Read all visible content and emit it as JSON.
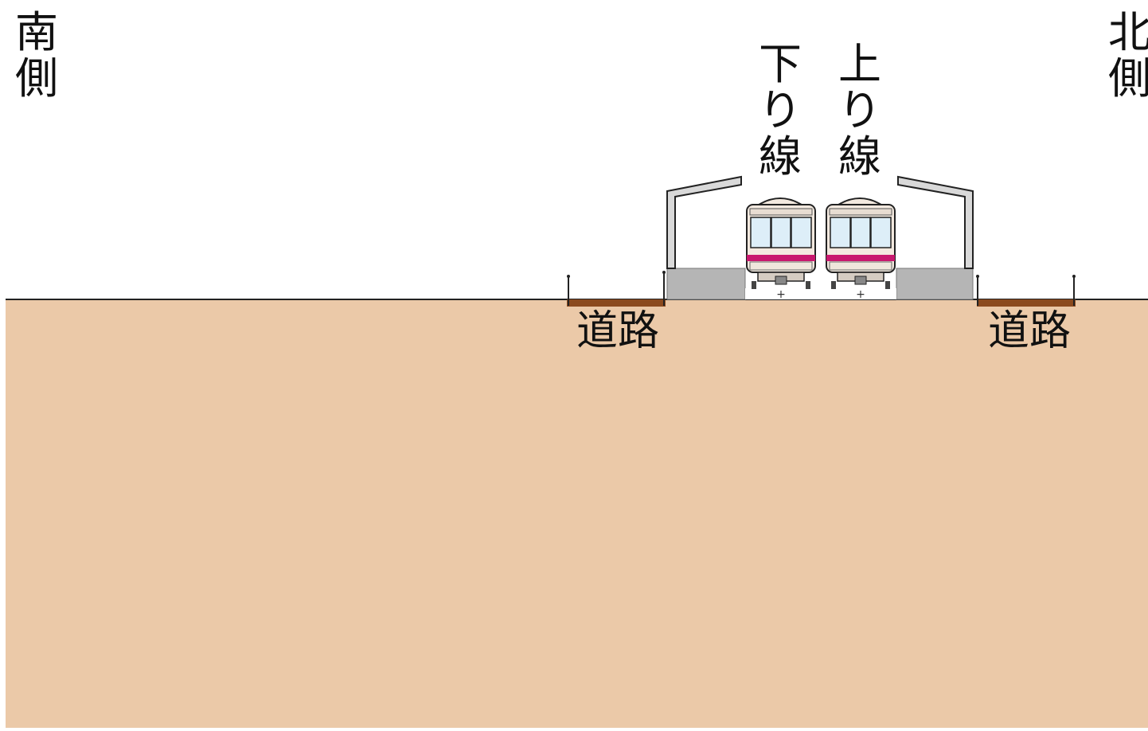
{
  "labels": {
    "south": "南側",
    "north": "北側",
    "down_line": "下り線",
    "up_line": "上り線",
    "road_left": "道路",
    "road_right": "道路"
  },
  "colors": {
    "ground": "#EBC9A8",
    "road": "#8B4A1E",
    "platform": "#B5B5B5",
    "train_body": "#F3E9DF",
    "train_stripe": "#C8186E",
    "window": "#DDEEF8",
    "outline": "#222222"
  }
}
